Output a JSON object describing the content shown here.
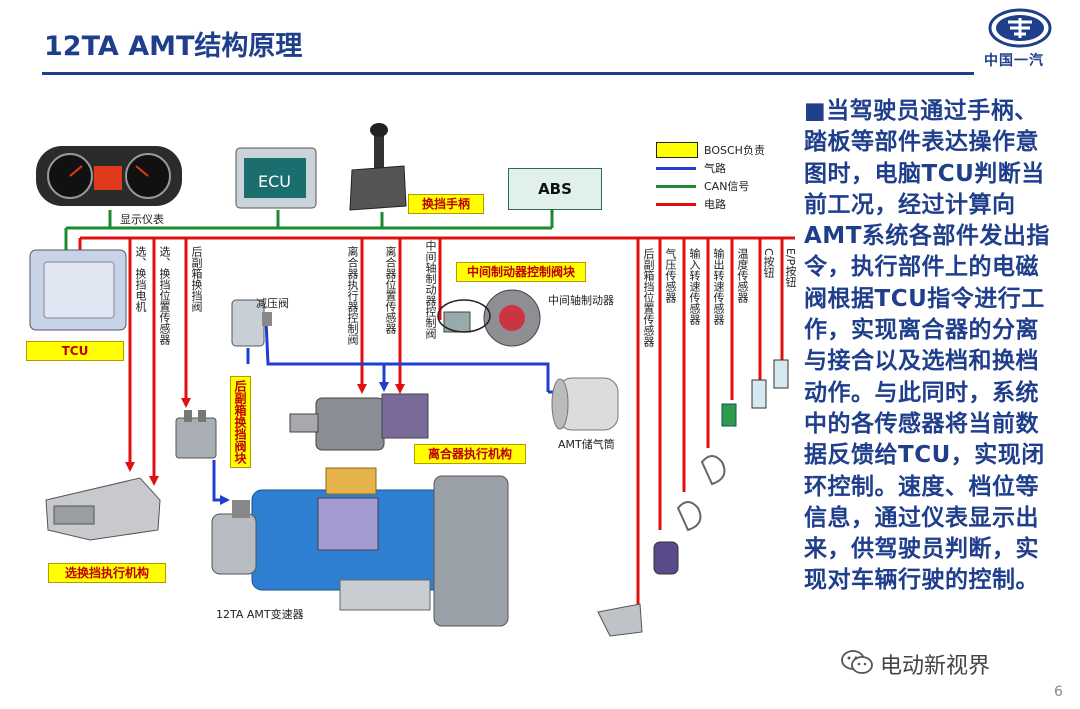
{
  "header": {
    "title": "12TA AMT结构原理",
    "logo_text": "中国一汽"
  },
  "legend": [
    {
      "label": "BOSCH负责",
      "color": "#ffff00",
      "kind": "box"
    },
    {
      "label": "气路",
      "color": "#1f3fd0",
      "kind": "line"
    },
    {
      "label": "CAN信号",
      "color": "#1e8a2e",
      "kind": "line"
    },
    {
      "label": "电路",
      "color": "#e01010",
      "kind": "line"
    }
  ],
  "components": {
    "ecu": "ECU",
    "abs": "ABS",
    "dashboard": "显示仪表",
    "tcu": "TCU",
    "shift_lever": "换挡手柄",
    "valve_block": "中间制动器控制阀块",
    "mid_brake": "中间轴制动器",
    "pressure_reducer": "减压阀",
    "air_tank": "AMT储气筒",
    "rear_valve": "后副箱换挡阀块",
    "clutch_actuator": "离合器执行机构",
    "shift_actuator": "选换挡执行机构",
    "gearbox": "12TA AMT变速器"
  },
  "wire_labels": {
    "select_motor": "选、换挡电机",
    "select_sensor": "选、换挡位置传感器",
    "rear_shift_valve": "后副箱换挡阀",
    "clutch_valve": "离合器执行器控制阀",
    "clutch_sensor": "离合器位置传感器",
    "mid_brake_valve": "中间轴制动器控制阀",
    "rear_pos_sensor": "后副箱挡位置传感器",
    "air_sensor": "气压传感器",
    "input_speed": "输入转速传感器",
    "output_speed": "输出转速传感器",
    "temp_sensor": "温度传感器",
    "c_button": "C按钮",
    "ep_button": "E/P按钮"
  },
  "description": "■当驾驶员通过手柄、踏板等部件表达操作意图时，电脑TCU判断当前工况，经过计算向AMT系统各部件发出指令，执行部件上的电磁阀根据TCU指令进行工作，实现离合器的分离与接合以及选档和换档动作。与此同时，系统中的各传感器将当前数据反馈给TCU，实现闭环控制。速度、档位等信息，通过仪表显示出来，供驾驶员判断，实现对车辆行驶的控制。",
  "watermark": "电动新视界",
  "page_number": "6"
}
